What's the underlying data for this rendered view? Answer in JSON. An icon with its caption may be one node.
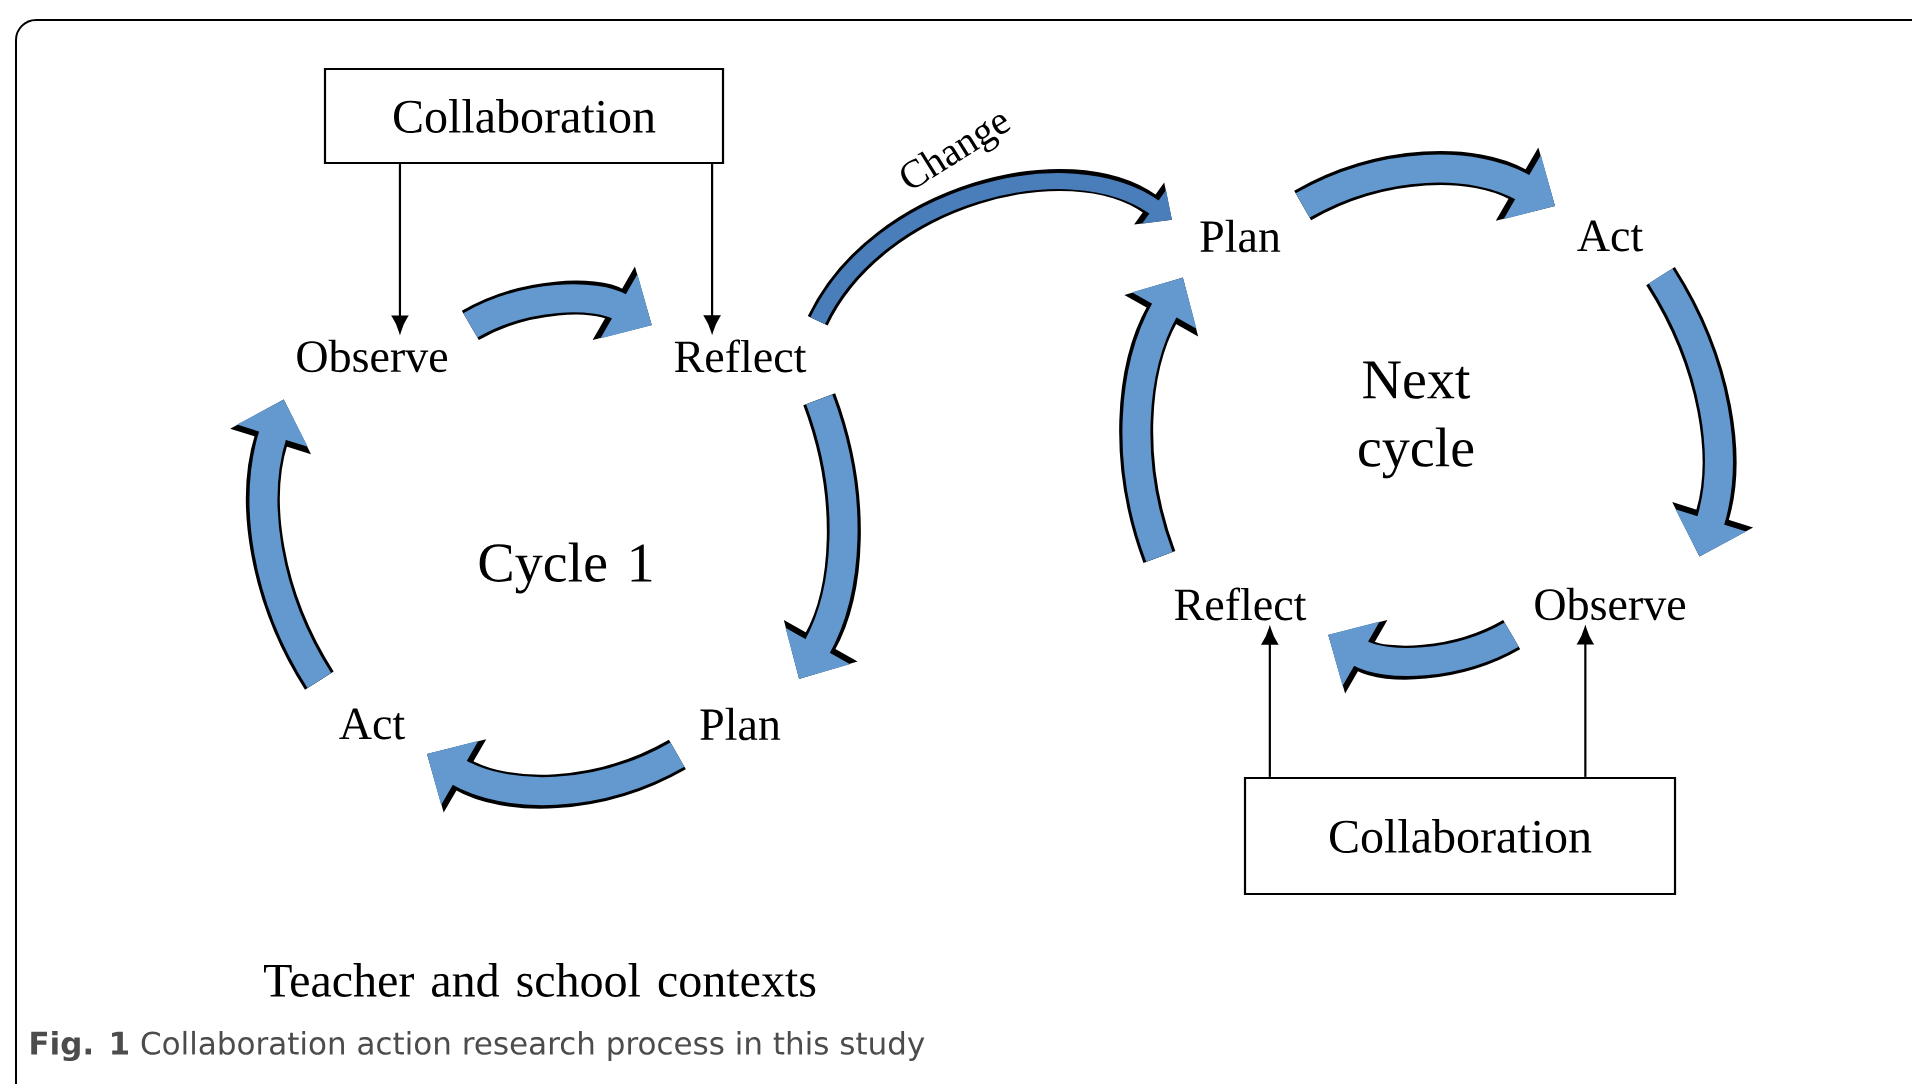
{
  "diagram": {
    "caption": "**Fig. 1** Collaboration action research process in this study",
    "nodes": [
      {
        "text": [
          "Collaboration"
        ]
      },
      {
        "text": [
          "Observe"
        ]
      },
      {
        "text": [
          "Reflect"
        ]
      },
      {
        "text": [
          "Plan"
        ]
      },
      {
        "text": [
          "Act"
        ]
      },
      {
        "text": [
          "Plan"
        ]
      },
      {
        "text": [
          "Act"
        ]
      },
      {
        "text": [
          "Observe"
        ]
      },
      {
        "text": [
          "Reflect"
        ]
      },
      {
        "text": [
          "Collaboration"
        ]
      }
    ],
    "edges": [
      {
        "from": 0,
        "to": 1,
        "arrow": "to",
        "color": "#000000"
      },
      {
        "from": 0,
        "to": 2,
        "arrow": "to",
        "color": "#000000"
      },
      {
        "from": 1,
        "to": 2,
        "arrow": "to"
      },
      {
        "from": 2,
        "to": 3,
        "arrow": "to"
      },
      {
        "from": 3,
        "to": 4,
        "arrow": "to"
      },
      {
        "from": 4,
        "to": 1,
        "arrow": "to"
      },
      {
        "from": 2,
        "to": 5,
        "arrow": "to",
        "label": "Change",
        "color": "#4a7ebb"
      },
      {
        "from": 5,
        "to": 6,
        "arrow": "to"
      },
      {
        "from": 6,
        "to": 7,
        "arrow": "to"
      },
      {
        "from": 7,
        "to": 8,
        "arrow": "to"
      },
      {
        "from": 8,
        "to": 5,
        "arrow": "to"
      },
      {
        "from": 9,
        "to": 8,
        "arrow": "to",
        "color": "#000000"
      },
      {
        "from": 9,
        "to": 7,
        "arrow": "to",
        "color": "#000000"
      }
    ],
    "labels": [
      "Cycle 1",
      "Next cycle",
      "Teacher and school contexts"
    ]
  }
}
